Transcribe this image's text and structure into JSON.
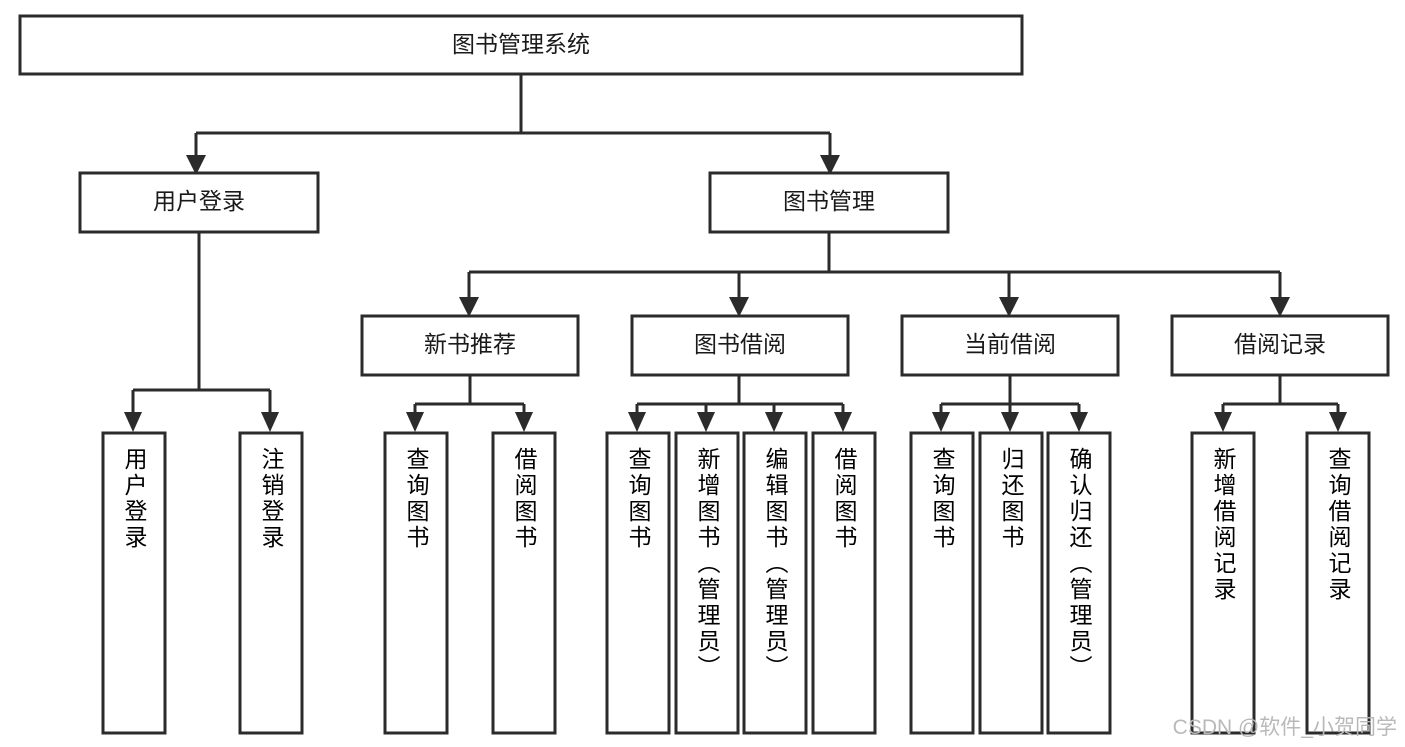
{
  "diagram": {
    "type": "hierarchy-tree",
    "title": "图书管理系统",
    "root": {
      "id": "root",
      "label": "图书管理系统"
    },
    "level2": [
      {
        "id": "user-login",
        "label": "用户登录"
      },
      {
        "id": "book-manage",
        "label": "图书管理"
      }
    ],
    "level3": [
      {
        "id": "new-book-recommend",
        "label": "新书推荐",
        "parent": "book-manage"
      },
      {
        "id": "book-borrow",
        "label": "图书借阅",
        "parent": "book-manage"
      },
      {
        "id": "current-borrow",
        "label": "当前借阅",
        "parent": "book-manage"
      },
      {
        "id": "borrow-record",
        "label": "借阅记录",
        "parent": "book-manage"
      }
    ],
    "leaves": [
      {
        "id": "leaf-user-login",
        "label": "用户登录",
        "parent": "user-login"
      },
      {
        "id": "leaf-user-logout",
        "label": "注销登录",
        "parent": "user-login"
      },
      {
        "id": "leaf-query-book-1",
        "label": "查询图书",
        "parent": "new-book-recommend"
      },
      {
        "id": "leaf-borrow-book-1",
        "label": "借阅图书",
        "parent": "new-book-recommend"
      },
      {
        "id": "leaf-query-book-2",
        "label": "查询图书",
        "parent": "book-borrow"
      },
      {
        "id": "leaf-add-book",
        "label": "新增图书（管理员）",
        "parent": "book-borrow"
      },
      {
        "id": "leaf-edit-book",
        "label": "编辑图书（管理员）",
        "parent": "book-borrow"
      },
      {
        "id": "leaf-borrow-book-2",
        "label": "借阅图书",
        "parent": "book-borrow"
      },
      {
        "id": "leaf-query-book-3",
        "label": "查询图书",
        "parent": "current-borrow"
      },
      {
        "id": "leaf-return-book",
        "label": "归还图书",
        "parent": "current-borrow"
      },
      {
        "id": "leaf-confirm-return",
        "label": "确认归还（管理员）",
        "parent": "current-borrow"
      },
      {
        "id": "leaf-add-record",
        "label": "新增借阅记录",
        "parent": "borrow-record"
      },
      {
        "id": "leaf-query-record",
        "label": "查询借阅记录",
        "parent": "borrow-record"
      }
    ],
    "colors": {
      "box_stroke": "#2b2b2b",
      "box_fill": "#ffffff",
      "text": "#1a1a1a",
      "background": "#ffffff",
      "watermark": "#b9b9b9"
    }
  },
  "watermark": {
    "text": "CSDN @软件_小贺同学"
  }
}
